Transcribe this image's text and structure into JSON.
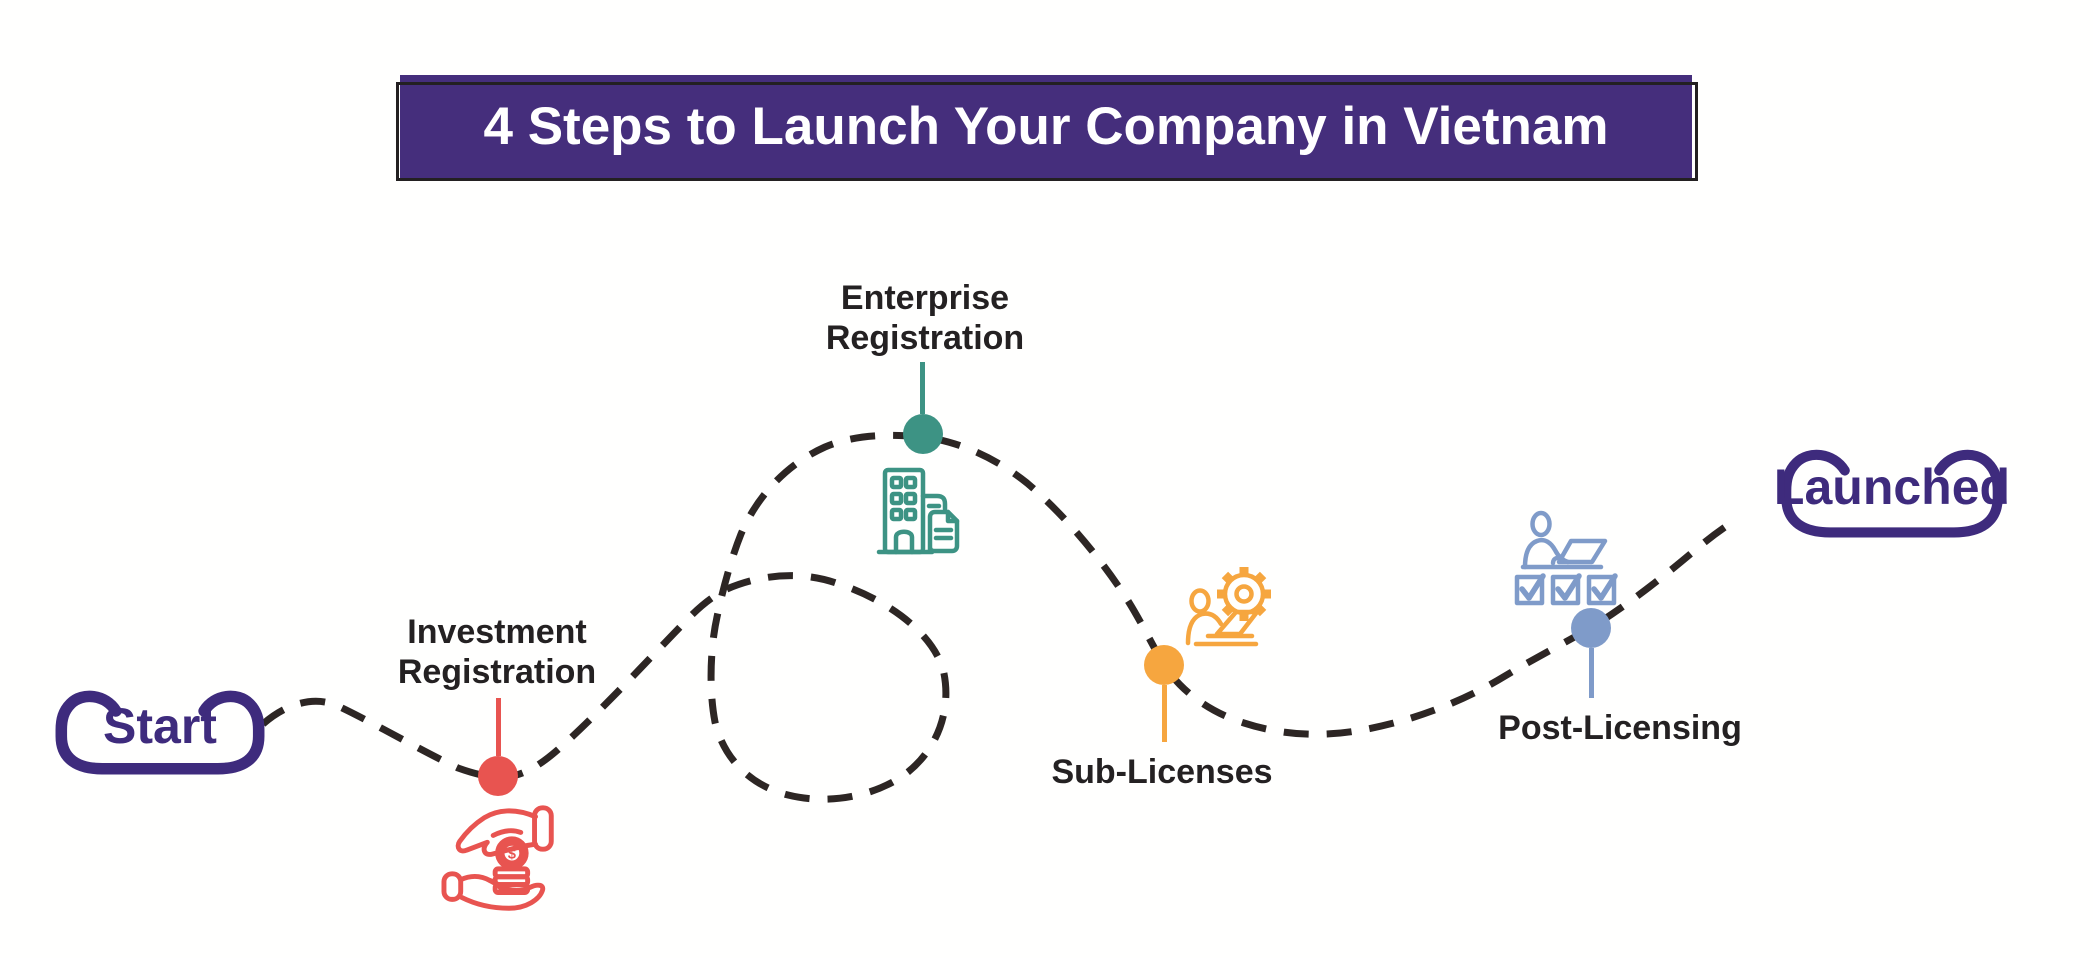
{
  "title": {
    "text": "4 Steps to Launch Your Company in Vietnam"
  },
  "journey": {
    "start_label": "Start",
    "end_label": "Launched"
  },
  "steps": [
    {
      "label_line1": "Investment",
      "label_line2": "Registration",
      "color": "#e85450",
      "icon": "hand-giving-coin",
      "label_position": "above-dot"
    },
    {
      "label_line1": "Enterprise",
      "label_line2": "Registration",
      "color": "#3d9384",
      "icon": "building-with-document",
      "label_position": "above-dot"
    },
    {
      "label_line1": "Sub-Licenses",
      "label_line2": "",
      "color": "#f6a63f",
      "icon": "person-with-gear-laptop",
      "label_position": "below-dot"
    },
    {
      "label_line1": "Post-Licensing",
      "label_line2": "",
      "color": "#7f9bc9",
      "icon": "person-laptop-checklist",
      "label_position": "below-dot"
    }
  ],
  "palette": {
    "banner_purple": "#452e7c",
    "banner_frame": "#232021",
    "terminal_purple": "#3e2b7d",
    "label_text": "#242122",
    "dashed_path": "#2d2624",
    "background": "#fffffe",
    "step_red": "#e85450",
    "step_teal": "#3d9384",
    "step_orange": "#f6a63f",
    "step_blue": "#7f9bc9"
  }
}
